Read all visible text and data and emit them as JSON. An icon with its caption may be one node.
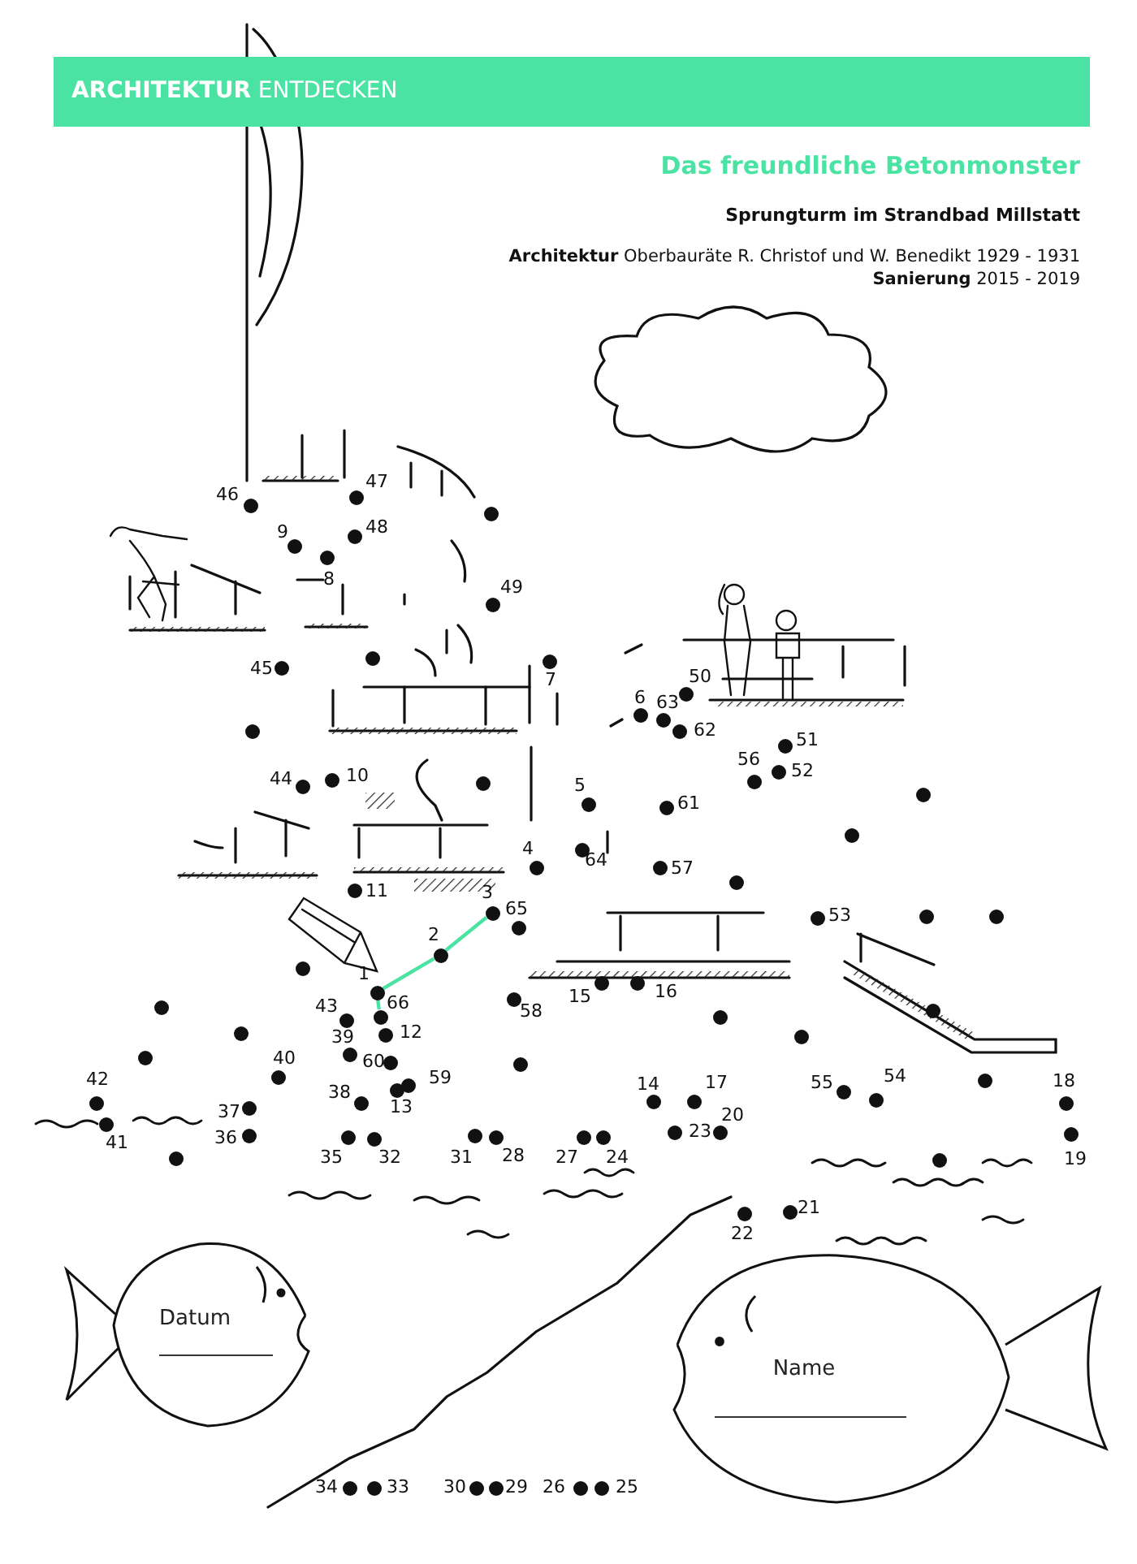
{
  "diagram": {
    "title": "Das freundliche Betonmonster",
    "nodes": [
      {
        "text": [],
        "shape": "circle",
        "beside": [
          "1"
        ]
      },
      {
        "text": [],
        "shape": "circle",
        "beside": [
          "2"
        ]
      },
      {
        "text": [],
        "shape": "circle",
        "beside": [
          "3"
        ]
      },
      {
        "text": [],
        "shape": "circle",
        "beside": [
          "4"
        ]
      },
      {
        "text": [],
        "shape": "circle",
        "beside": [
          "5"
        ]
      },
      {
        "text": [],
        "shape": "circle",
        "beside": [
          "6"
        ]
      },
      {
        "text": [],
        "shape": "circle",
        "beside": [
          "7"
        ]
      },
      {
        "text": [],
        "shape": "circle",
        "beside": [
          "9"
        ]
      },
      {
        "text": [],
        "shape": "circle",
        "beside": [
          "10"
        ]
      },
      {
        "text": [],
        "shape": "circle",
        "beside": [
          "11"
        ]
      },
      {
        "text": [],
        "shape": "circle",
        "beside": [
          "12"
        ]
      },
      {
        "text": [],
        "shape": "circle",
        "beside": [
          "13"
        ]
      },
      {
        "text": [],
        "shape": "circle",
        "beside": [
          "14"
        ]
      },
      {
        "text": [],
        "shape": "circle",
        "beside": [
          "15"
        ]
      },
      {
        "text": [],
        "shape": "circle",
        "beside": [
          "16"
        ]
      },
      {
        "text": [],
        "shape": "circle",
        "beside": [
          "17"
        ]
      },
      {
        "text": [],
        "shape": "circle",
        "beside": [
          "18"
        ]
      },
      {
        "text": [],
        "shape": "circle",
        "beside": [
          "19"
        ]
      },
      {
        "text": [],
        "shape": "circle",
        "beside": [
          "20"
        ]
      },
      {
        "text": [],
        "shape": "circle",
        "beside": [
          "21"
        ]
      },
      {
        "text": [],
        "shape": "circle",
        "beside": [
          "22"
        ]
      },
      {
        "text": [],
        "shape": "circle",
        "beside": [
          "23"
        ]
      },
      {
        "text": [],
        "shape": "circle",
        "beside": [
          "24"
        ]
      },
      {
        "text": [],
        "shape": "circle",
        "beside": [
          "25"
        ]
      },
      {
        "text": [],
        "shape": "circle",
        "beside": [
          "26"
        ]
      },
      {
        "text": [],
        "shape": "circle",
        "beside": [
          "27"
        ]
      },
      {
        "text": [],
        "shape": "circle",
        "beside": [
          "28"
        ]
      },
      {
        "text": [],
        "shape": "circle",
        "beside": [
          "29"
        ]
      },
      {
        "text": [],
        "shape": "circle",
        "beside": [
          "30"
        ]
      },
      {
        "text": [],
        "shape": "circle",
        "beside": [
          "31"
        ]
      },
      {
        "text": [],
        "shape": "circle",
        "beside": [
          "32"
        ]
      },
      {
        "text": [],
        "shape": "circle",
        "beside": [
          "33"
        ]
      },
      {
        "text": [],
        "shape": "circle",
        "beside": [
          "34"
        ]
      },
      {
        "text": [],
        "shape": "circle",
        "beside": [
          "35"
        ]
      },
      {
        "text": [],
        "shape": "circle",
        "beside": [
          "36"
        ]
      },
      {
        "text": [],
        "shape": "circle",
        "beside": [
          "37"
        ]
      },
      {
        "text": [],
        "shape": "circle",
        "beside": [
          "38"
        ]
      },
      {
        "text": [],
        "shape": "circle",
        "beside": [
          "39"
        ]
      },
      {
        "text": [],
        "shape": "circle",
        "beside": [
          "40"
        ]
      },
      {
        "text": [],
        "shape": "circle",
        "beside": [
          "41"
        ]
      },
      {
        "text": [],
        "shape": "circle",
        "beside": [
          "42"
        ]
      },
      {
        "text": [],
        "shape": "circle",
        "beside": [
          "43"
        ]
      },
      {
        "text": [],
        "shape": "circle",
        "beside": [
          "44"
        ]
      },
      {
        "text": [],
        "shape": "circle",
        "beside": [
          "45"
        ]
      },
      {
        "text": [],
        "shape": "circle",
        "beside": [
          "46"
        ]
      },
      {
        "text": [],
        "shape": "circle",
        "beside": [
          "47"
        ]
      },
      {
        "text": [],
        "shape": "circle",
        "beside": [
          "48"
        ]
      },
      {
        "text": [],
        "shape": "circle",
        "beside": [
          "49"
        ]
      },
      {
        "text": [],
        "shape": "circle",
        "beside": [
          "50"
        ]
      },
      {
        "text": [],
        "shape": "circle",
        "beside": [
          "51"
        ]
      },
      {
        "text": [],
        "shape": "circle",
        "beside": [
          "52"
        ]
      },
      {
        "text": [],
        "shape": "circle",
        "beside": [
          "53"
        ]
      },
      {
        "text": [],
        "shape": "circle",
        "beside": [
          "54"
        ]
      },
      {
        "text": [],
        "shape": "circle",
        "beside": [
          "55"
        ]
      },
      {
        "text": [],
        "shape": "circle",
        "beside": [
          "56"
        ]
      },
      {
        "text": [],
        "shape": "circle",
        "beside": [
          "57"
        ]
      },
      {
        "text": [],
        "shape": "circle",
        "beside": [
          "58"
        ]
      },
      {
        "text": [],
        "shape": "circle",
        "beside": [
          "59"
        ]
      },
      {
        "text": [],
        "shape": "circle",
        "beside": [
          "60"
        ]
      },
      {
        "text": [],
        "shape": "circle",
        "beside": [
          "61"
        ]
      },
      {
        "text": [],
        "shape": "circle",
        "beside": [
          "62"
        ]
      },
      {
        "text": [],
        "shape": "circle",
        "beside": [
          "63"
        ]
      },
      {
        "text": [],
        "shape": "circle",
        "beside": [
          "64"
        ]
      },
      {
        "text": [],
        "shape": "circle",
        "beside": [
          "65"
        ]
      },
      {
        "text": [],
        "shape": "circle",
        "beside": [
          "66"
        ]
      },
      {
        "text": [],
        "shape": "circle"
      },
      {
        "text": [],
        "shape": "circle"
      },
      {
        "text": [],
        "shape": "circle"
      },
      {
        "text": [],
        "shape": "circle"
      },
      {
        "text": [],
        "shape": "circle"
      },
      {
        "text": [],
        "shape": "circle"
      },
      {
        "text": [],
        "shape": "circle"
      },
      {
        "text": [],
        "shape": "circle"
      },
      {
        "text": [],
        "shape": "circle"
      },
      {
        "text": [],
        "shape": "circle"
      },
      {
        "text": [],
        "shape": "circle"
      },
      {
        "text": [],
        "shape": "circle"
      },
      {
        "text": [],
        "shape": "circle"
      },
      {
        "text": [],
        "shape": "circle"
      },
      {
        "text": [],
        "shape": "circle"
      },
      {
        "text": [],
        "shape": "circle"
      },
      {
        "text": [],
        "shape": "circle"
      },
      {
        "text": [],
        "shape": "circle"
      },
      {
        "text": [],
        "shape": "circle"
      },
      {
        "text": [],
        "shape": "circle"
      },
      {
        "text": [],
        "shape": "circle"
      },
      {
        "text": [
          "Datum"
        ]
      },
      {
        "text": [
          "Name"
        ]
      }
    ],
    "edges": [
      {
        "from": 2,
        "to": 1,
        "arrow": "none"
      },
      {
        "from": 1,
        "to": 0,
        "arrow": "none"
      },
      {
        "from": 0,
        "to": 64,
        "arrow": "none"
      }
    ],
    "labels": [
      "**ARCHITEKTUR** ENTDECKEN",
      "Sprungturm im Strandbad Millstatt",
      "**Architektur** Oberbauräte R. Christof und W. Benedikt 1929 - 1931",
      "**Sanierung** 2015 - 2019",
      "8"
    ]
  }
}
